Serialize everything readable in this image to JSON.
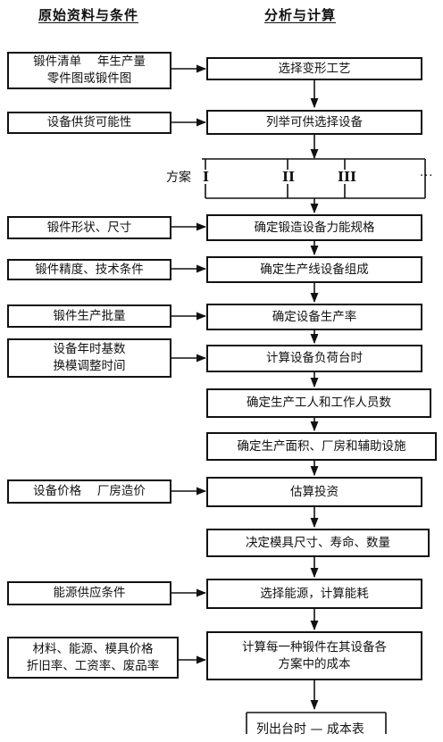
{
  "headers": {
    "left": "原始资料与条件",
    "right": "分析与计算"
  },
  "steps": [
    {
      "lines": [
        "选择变形工艺"
      ]
    },
    {
      "lines": [
        "列举可供选择设备"
      ]
    },
    {
      "lines": [
        "确定锻造设备力能规格"
      ]
    },
    {
      "lines": [
        "确定生产线设备组成"
      ]
    },
    {
      "lines": [
        "确定设备生产率"
      ]
    },
    {
      "lines": [
        "计算设备负荷台时"
      ]
    },
    {
      "lines": [
        "确定生产工人和工作人员数"
      ]
    },
    {
      "lines": [
        "确定生产面积、厂房和辅助设施"
      ]
    },
    {
      "lines": [
        "估算投资"
      ]
    },
    {
      "lines": [
        "决定模具尺寸、寿命、数量"
      ]
    },
    {
      "lines": [
        "选择能源，计算能耗"
      ]
    },
    {
      "lines": [
        "计算每一种锻件在其设备各",
        "方案中的成本"
      ]
    }
  ],
  "inputs": [
    {
      "lines": [
        "锻件清单　 年生产量",
        "零件图或锻件图"
      ]
    },
    {
      "lines": [
        "设备供货可能性"
      ]
    },
    {
      "lines": [
        "锻件形状、尺寸"
      ]
    },
    {
      "lines": [
        "锻件精度、技术条件"
      ]
    },
    {
      "lines": [
        "锻件生产批量"
      ]
    },
    {
      "lines": [
        "设备年时基数",
        "换模调整时间"
      ]
    },
    {
      "lines": [
        "设备价格　 厂房造价"
      ]
    },
    {
      "lines": [
        "能源供应条件"
      ]
    },
    {
      "lines": [
        "材料、能源、模具价格",
        "折旧率、工资率、废品率"
      ]
    }
  ],
  "scheme": {
    "label": "方案",
    "options": [
      "I",
      "II",
      "III"
    ],
    "more": "···"
  },
  "result": "列出台时 — 成本表"
}
